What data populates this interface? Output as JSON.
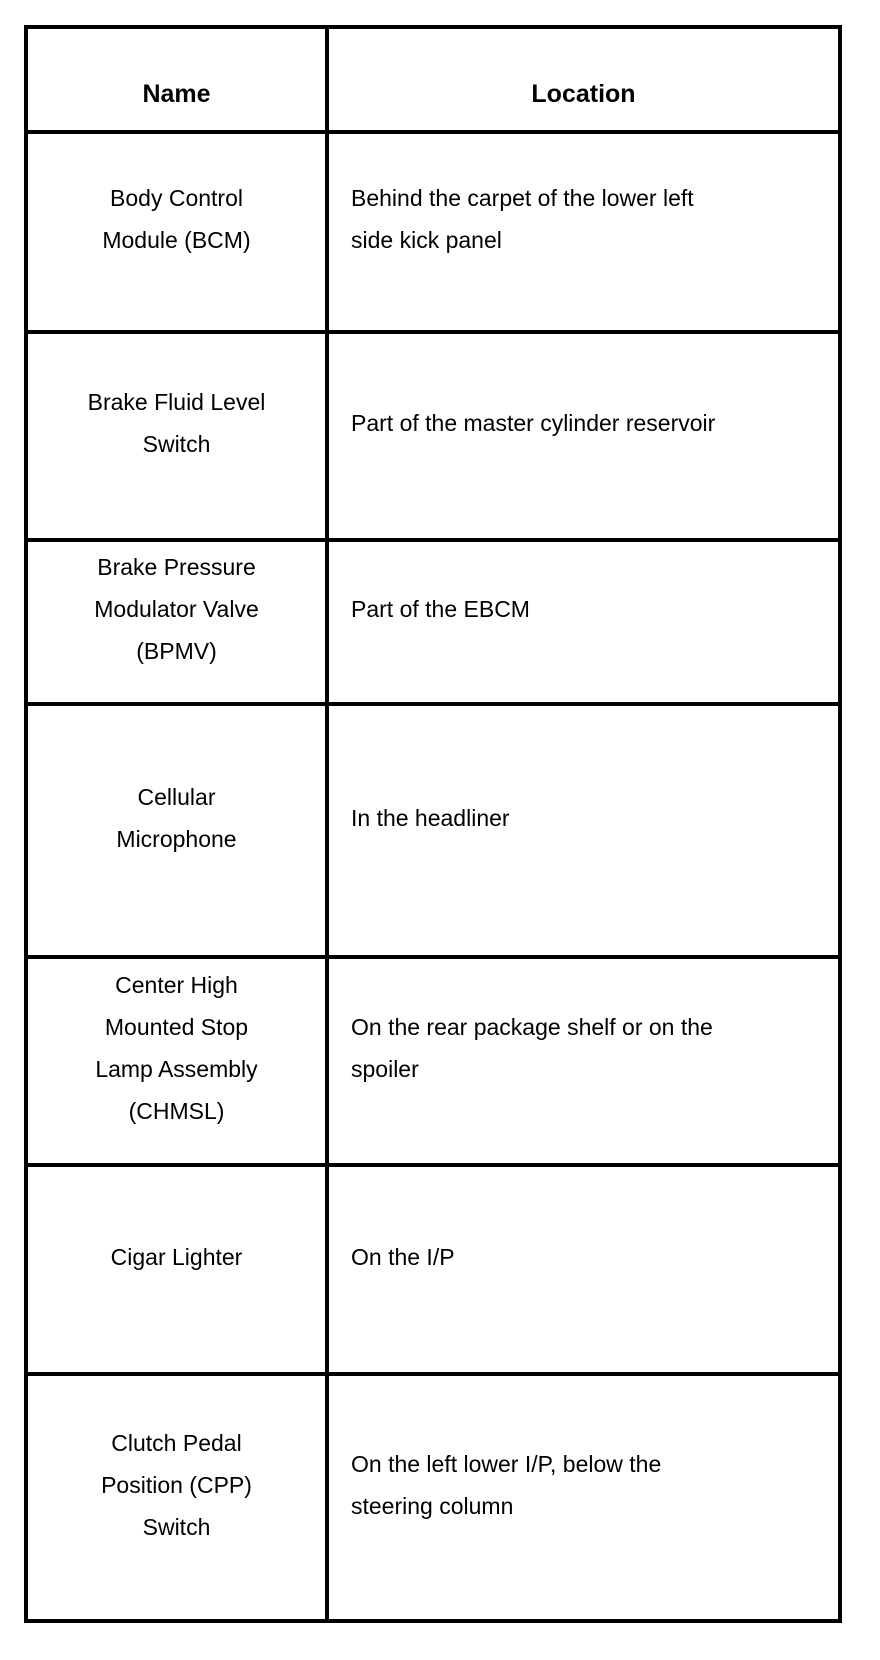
{
  "colors": {
    "background": "#ffffff",
    "border": "#000000",
    "text": "#000000"
  },
  "table": {
    "headers": {
      "name": "Name",
      "location": "Location"
    },
    "rows": [
      {
        "name": "Body Control Module (BCM)",
        "location": "Behind the carpet of the lower left side kick panel",
        "name_lines": [
          "Body Control",
          "Module (BCM)"
        ],
        "location_lines": [
          "Behind the carpet of the lower left",
          "side kick panel"
        ]
      },
      {
        "name": "Brake Fluid Level Switch",
        "location": "Part of the master cylinder reservoir",
        "name_lines": [
          "Brake Fluid Level",
          "Switch"
        ],
        "location_lines": [
          "Part of the master cylinder reservoir"
        ]
      },
      {
        "name": "Brake Pressure Modulator Valve (BPMV)",
        "location": "Part of the EBCM",
        "name_lines": [
          "Brake Pressure",
          "Modulator Valve",
          "(BPMV)"
        ],
        "location_lines": [
          "Part of the EBCM"
        ]
      },
      {
        "name": "Cellular Microphone",
        "location": "In the headliner",
        "name_lines": [
          "Cellular",
          "Microphone"
        ],
        "location_lines": [
          "In the headliner"
        ]
      },
      {
        "name": "Center High Mounted Stop Lamp Assembly (CHMSL)",
        "location": "On the rear package shelf or on the spoiler",
        "name_lines": [
          "Center High",
          "Mounted Stop",
          "Lamp Assembly",
          "(CHMSL)"
        ],
        "location_lines": [
          "On the rear package shelf or on the",
          "spoiler"
        ]
      },
      {
        "name": "Cigar Lighter",
        "location": "On the I/P",
        "name_lines": [
          "Cigar Lighter"
        ],
        "location_lines": [
          "On the I/P"
        ]
      },
      {
        "name": "Clutch Pedal Position (CPP) Switch",
        "location": "On the left lower I/P, below the steering column",
        "name_lines": [
          "Clutch Pedal",
          "Position (CPP)",
          "Switch"
        ],
        "location_lines": [
          "On the left lower I/P, below the",
          "steering column"
        ]
      }
    ]
  }
}
